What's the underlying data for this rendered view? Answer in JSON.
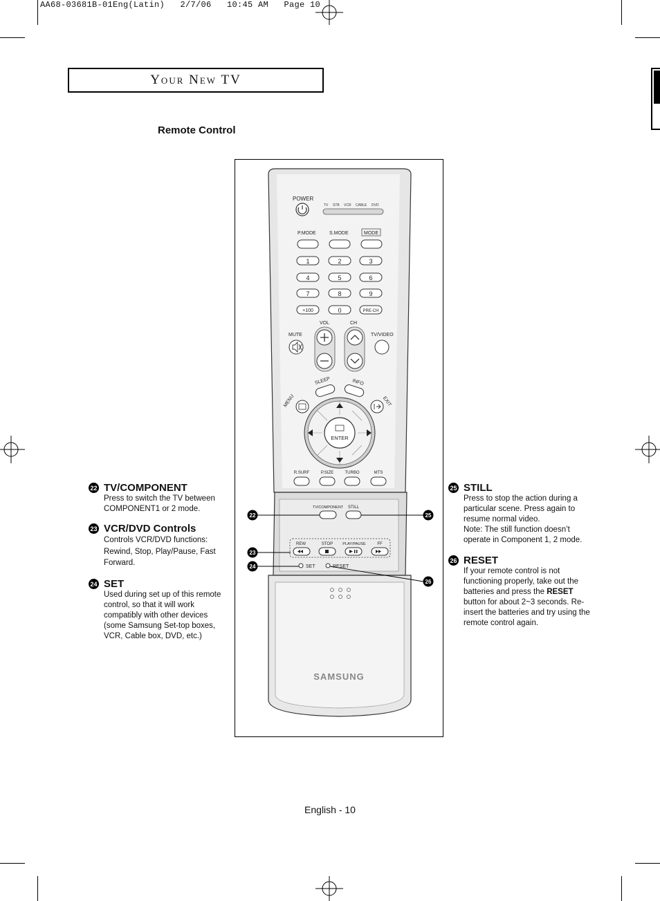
{
  "slug": "AA68-03681B-01Eng(Latin)   2/7/06   10:45 AM   Page 10",
  "header": {
    "section_title": "Your New TV"
  },
  "page_title": "Remote Control",
  "remote": {
    "power": "POWER",
    "sources": [
      "TV",
      "STB",
      "VCR",
      "CABLE",
      "DVD"
    ],
    "modes": [
      "P.MODE",
      "S.MODE",
      "MODE"
    ],
    "digits": [
      "1",
      "2",
      "3",
      "4",
      "5",
      "6",
      "7",
      "8",
      "9",
      "+100",
      "0",
      "PRE-CH"
    ],
    "vol": "VOL",
    "ch": "CH",
    "mute": "MUTE",
    "tv_video": "TV/VIDEO",
    "sleep": "SLEEP",
    "info": "INFO",
    "menu": "MENU",
    "exit": "EXIT",
    "enter": "ENTER",
    "func_row": [
      "R.SURF",
      "P.SIZE",
      "TURBO",
      "MTS"
    ],
    "tv_component": "TV/COMPONENT",
    "still": "STILL",
    "transport": [
      "REW",
      "STOP",
      "PLAY/PAUSE",
      "FF"
    ],
    "set": "SET",
    "reset": "RESET",
    "brand": "SAMSUNG"
  },
  "callouts": {
    "c22": "22",
    "c23": "23",
    "c24": "24",
    "c25": "25",
    "c26": "26"
  },
  "left_items": [
    {
      "num": "22",
      "title": "TV/COMPONENT",
      "desc": "Press to switch the TV between COMPONENT1 or 2 mode."
    },
    {
      "num": "23",
      "title": "VCR/DVD Controls",
      "desc": "Controls VCR/DVD functions: Rewind, Stop, Play/Pause, Fast Forward."
    },
    {
      "num": "24",
      "title": "SET",
      "desc": "Used during set up of this remote control, so that it will work compatibly with other devices (some Samsung Set-top boxes, VCR, Cable box, DVD, etc.)"
    }
  ],
  "right_items": [
    {
      "num": "25",
      "title": "STILL",
      "desc": "Press to stop the action during a particular scene. Press again to resume normal video.",
      "note": "Note: The still function doesn’t operate in Component 1, 2 mode."
    },
    {
      "num": "26",
      "title": "RESET",
      "desc_before": "If your remote control is not functioning properly, take out the batteries and press the ",
      "desc_bold": "RESET",
      "desc_after": " button for about 2~3 seconds. Re-insert the batteries and try using the remote control again."
    }
  ],
  "footer": "English - 10"
}
